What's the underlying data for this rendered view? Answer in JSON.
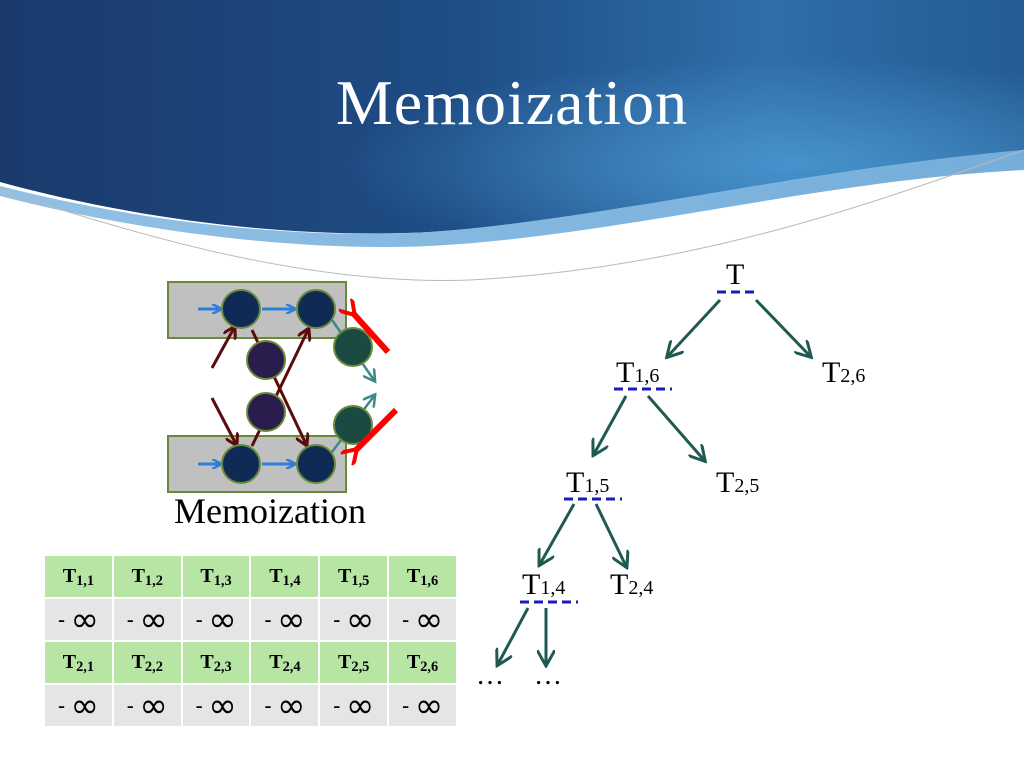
{
  "slide": {
    "title": "Memoization",
    "diagram_caption": "Memoization"
  },
  "table": {
    "rows": [
      {
        "kind": "hdr",
        "cells": [
          [
            "T",
            "1,1"
          ],
          [
            "T",
            "1,2"
          ],
          [
            "T",
            "1,3"
          ],
          [
            "T",
            "1,4"
          ],
          [
            "T",
            "1,5"
          ],
          [
            "T",
            "1,6"
          ]
        ]
      },
      {
        "kind": "val",
        "cells": [
          [
            "-",
            "∞"
          ],
          [
            "-",
            "∞"
          ],
          [
            "-",
            "∞"
          ],
          [
            "-",
            "∞"
          ],
          [
            "-",
            "∞"
          ],
          [
            "-",
            "∞"
          ]
        ]
      },
      {
        "kind": "hdr",
        "cells": [
          [
            "T",
            "2,1"
          ],
          [
            "T",
            "2,2"
          ],
          [
            "T",
            "2,3"
          ],
          [
            "T",
            "2,4"
          ],
          [
            "T",
            "2,5"
          ],
          [
            "T",
            "2,6"
          ]
        ]
      },
      {
        "kind": "val",
        "cells": [
          [
            "-",
            "∞"
          ],
          [
            "-",
            "∞"
          ],
          [
            "-",
            "∞"
          ],
          [
            "-",
            "∞"
          ],
          [
            "-",
            "∞"
          ],
          [
            "-",
            "∞"
          ]
        ]
      }
    ]
  },
  "tree": {
    "root": {
      "base": "T",
      "sub": ""
    },
    "t16": {
      "base": "T",
      "sub": "1,6"
    },
    "t26": {
      "base": "T",
      "sub": "2,6"
    },
    "t15": {
      "base": "T",
      "sub": "1,5"
    },
    "t25": {
      "base": "T",
      "sub": "2,5"
    },
    "t14": {
      "base": "T",
      "sub": "1,4"
    },
    "t24": {
      "base": "T",
      "sub": "2,4"
    },
    "ellipsis_left": "…",
    "ellipsis_right": "…"
  },
  "colors": {
    "banner_dark": "#1c3f73",
    "banner_light": "#3b82c2",
    "tree_arrow": "#1f5a52",
    "memo_underline": "#1a1ab8",
    "table_header": "#b6e5a4",
    "table_value": "#e5e5e5",
    "red_arrow": "#ff0000",
    "dark_arrow": "#5a0c0c",
    "blue_arrow": "#2f7fd8"
  }
}
